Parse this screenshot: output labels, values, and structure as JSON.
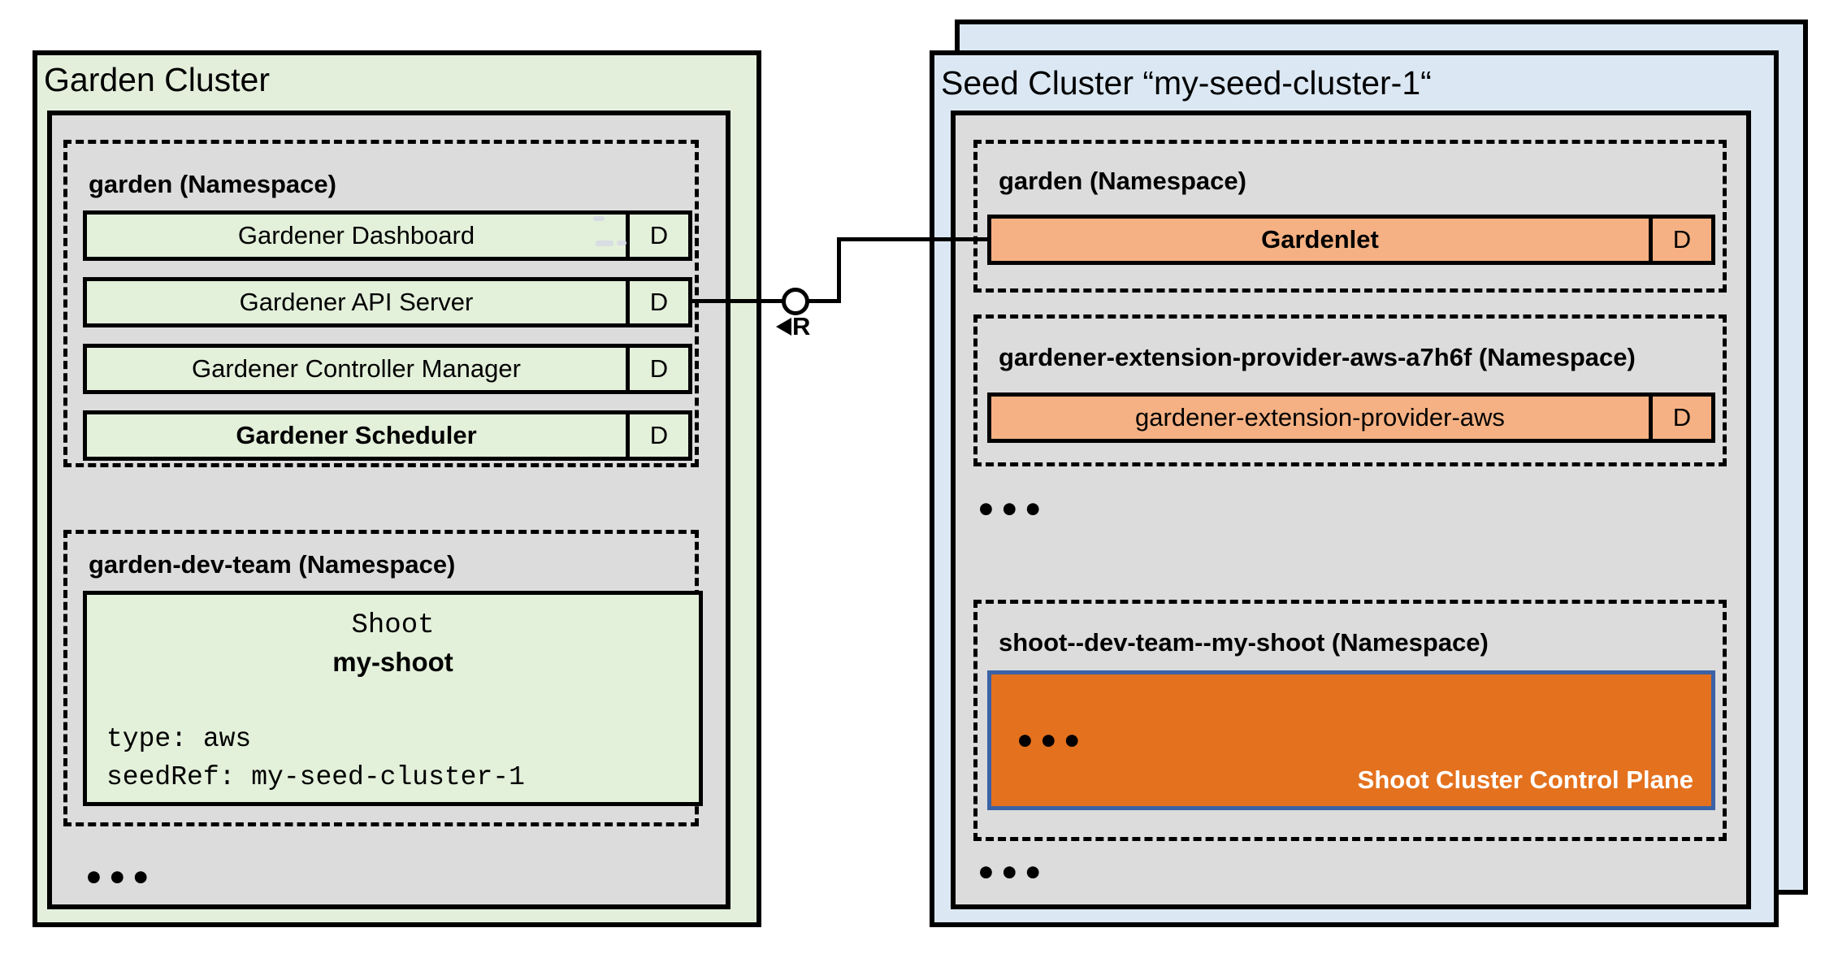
{
  "garden_cluster": {
    "title": "Garden Cluster",
    "namespace_garden": {
      "label": "garden (Namespace)",
      "workloads": [
        {
          "name": "Gardener Dashboard",
          "badge": "D"
        },
        {
          "name": "Gardener API Server",
          "badge": "D"
        },
        {
          "name": "Gardener Controller Manager",
          "badge": "D"
        },
        {
          "name": "Gardener Scheduler",
          "badge": "D"
        }
      ]
    },
    "namespace_dev_team": {
      "label": "garden-dev-team (Namespace)",
      "shoot": {
        "kind": "Shoot",
        "name": "my-shoot",
        "spec": [
          "type: aws",
          "seedRef: my-seed-cluster-1"
        ]
      }
    },
    "ellipsis": "•••"
  },
  "connection": {
    "from": "Gardener API Server",
    "to": "Gardenlet",
    "arrow_glyph": "",
    "label": "R"
  },
  "seed_cluster": {
    "title": "Seed Cluster “my-seed-cluster-1“",
    "namespace_garden": {
      "label": "garden (Namespace)",
      "workloads": [
        {
          "name": "Gardenlet",
          "badge": "D"
        }
      ]
    },
    "namespace_extension": {
      "label": "gardener-extension-provider-aws-a7h6f (Namespace)",
      "workloads": [
        {
          "name": "gardener-extension-provider-aws",
          "badge": "D"
        }
      ]
    },
    "ellipsis_top": "•••",
    "namespace_shoot": {
      "label": "shoot--dev-team--my-shoot (Namespace)",
      "control_plane": {
        "ellipsis": "•••",
        "label": "Shoot Cluster Control Plane"
      }
    },
    "ellipsis_bottom": "•••"
  },
  "colors": {
    "garden_cluster_bg": "#e3efdb",
    "workload_green": "#e3f0da",
    "namespace_gray": "#dcdcdc",
    "seed_cluster_bg": "#dbe8f4",
    "workload_orange": "#f5b183",
    "control_plane_orange": "#e4711e",
    "control_plane_border_blue": "#3b62a5",
    "outline_black": "#000000"
  }
}
